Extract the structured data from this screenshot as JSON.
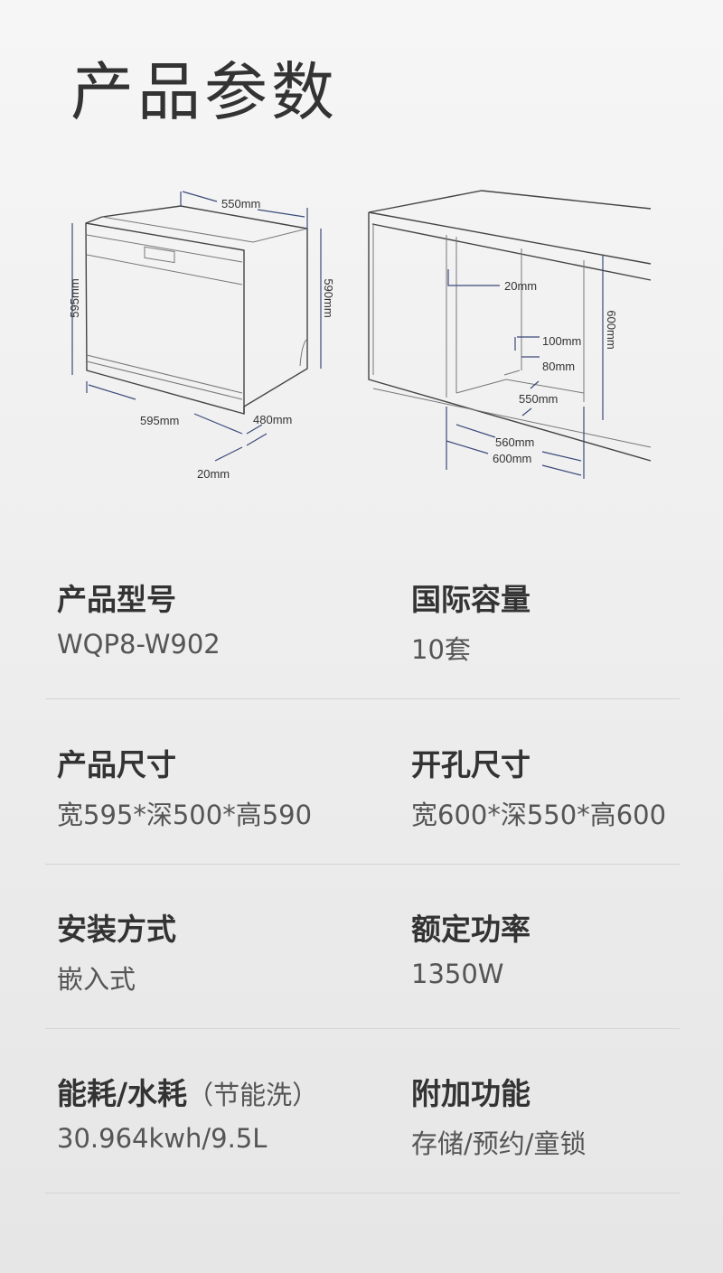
{
  "title": "产品参数",
  "diagram": {
    "product": {
      "top_depth": "550mm",
      "left_height": "595mm",
      "right_height": "590mm",
      "width": "595mm",
      "depth": "480mm",
      "door": "20mm"
    },
    "cabinet": {
      "gap": "20mm",
      "pipe_height": "100mm",
      "pipe_width": "80mm",
      "depth": "550mm",
      "inner_width": "560mm",
      "outer_width": "600mm",
      "height": "600mm"
    }
  },
  "specs": [
    {
      "left": {
        "label": "产品型号",
        "value": "WQP8-W902"
      },
      "right": {
        "label": "国际容量",
        "value": "10套"
      }
    },
    {
      "left": {
        "label": "产品尺寸",
        "value": "宽595*深500*高590"
      },
      "right": {
        "label": "开孔尺寸",
        "value": "宽600*深550*高600"
      }
    },
    {
      "left": {
        "label": "安装方式",
        "value": "嵌入式"
      },
      "right": {
        "label": "额定功率",
        "value": "1350W"
      }
    },
    {
      "left": {
        "label": "能耗/水耗",
        "sub": "（节能洗）",
        "value": "30.964kwh/9.5L"
      },
      "right": {
        "label": "附加功能",
        "value": "存储/预约/童锁"
      }
    }
  ]
}
